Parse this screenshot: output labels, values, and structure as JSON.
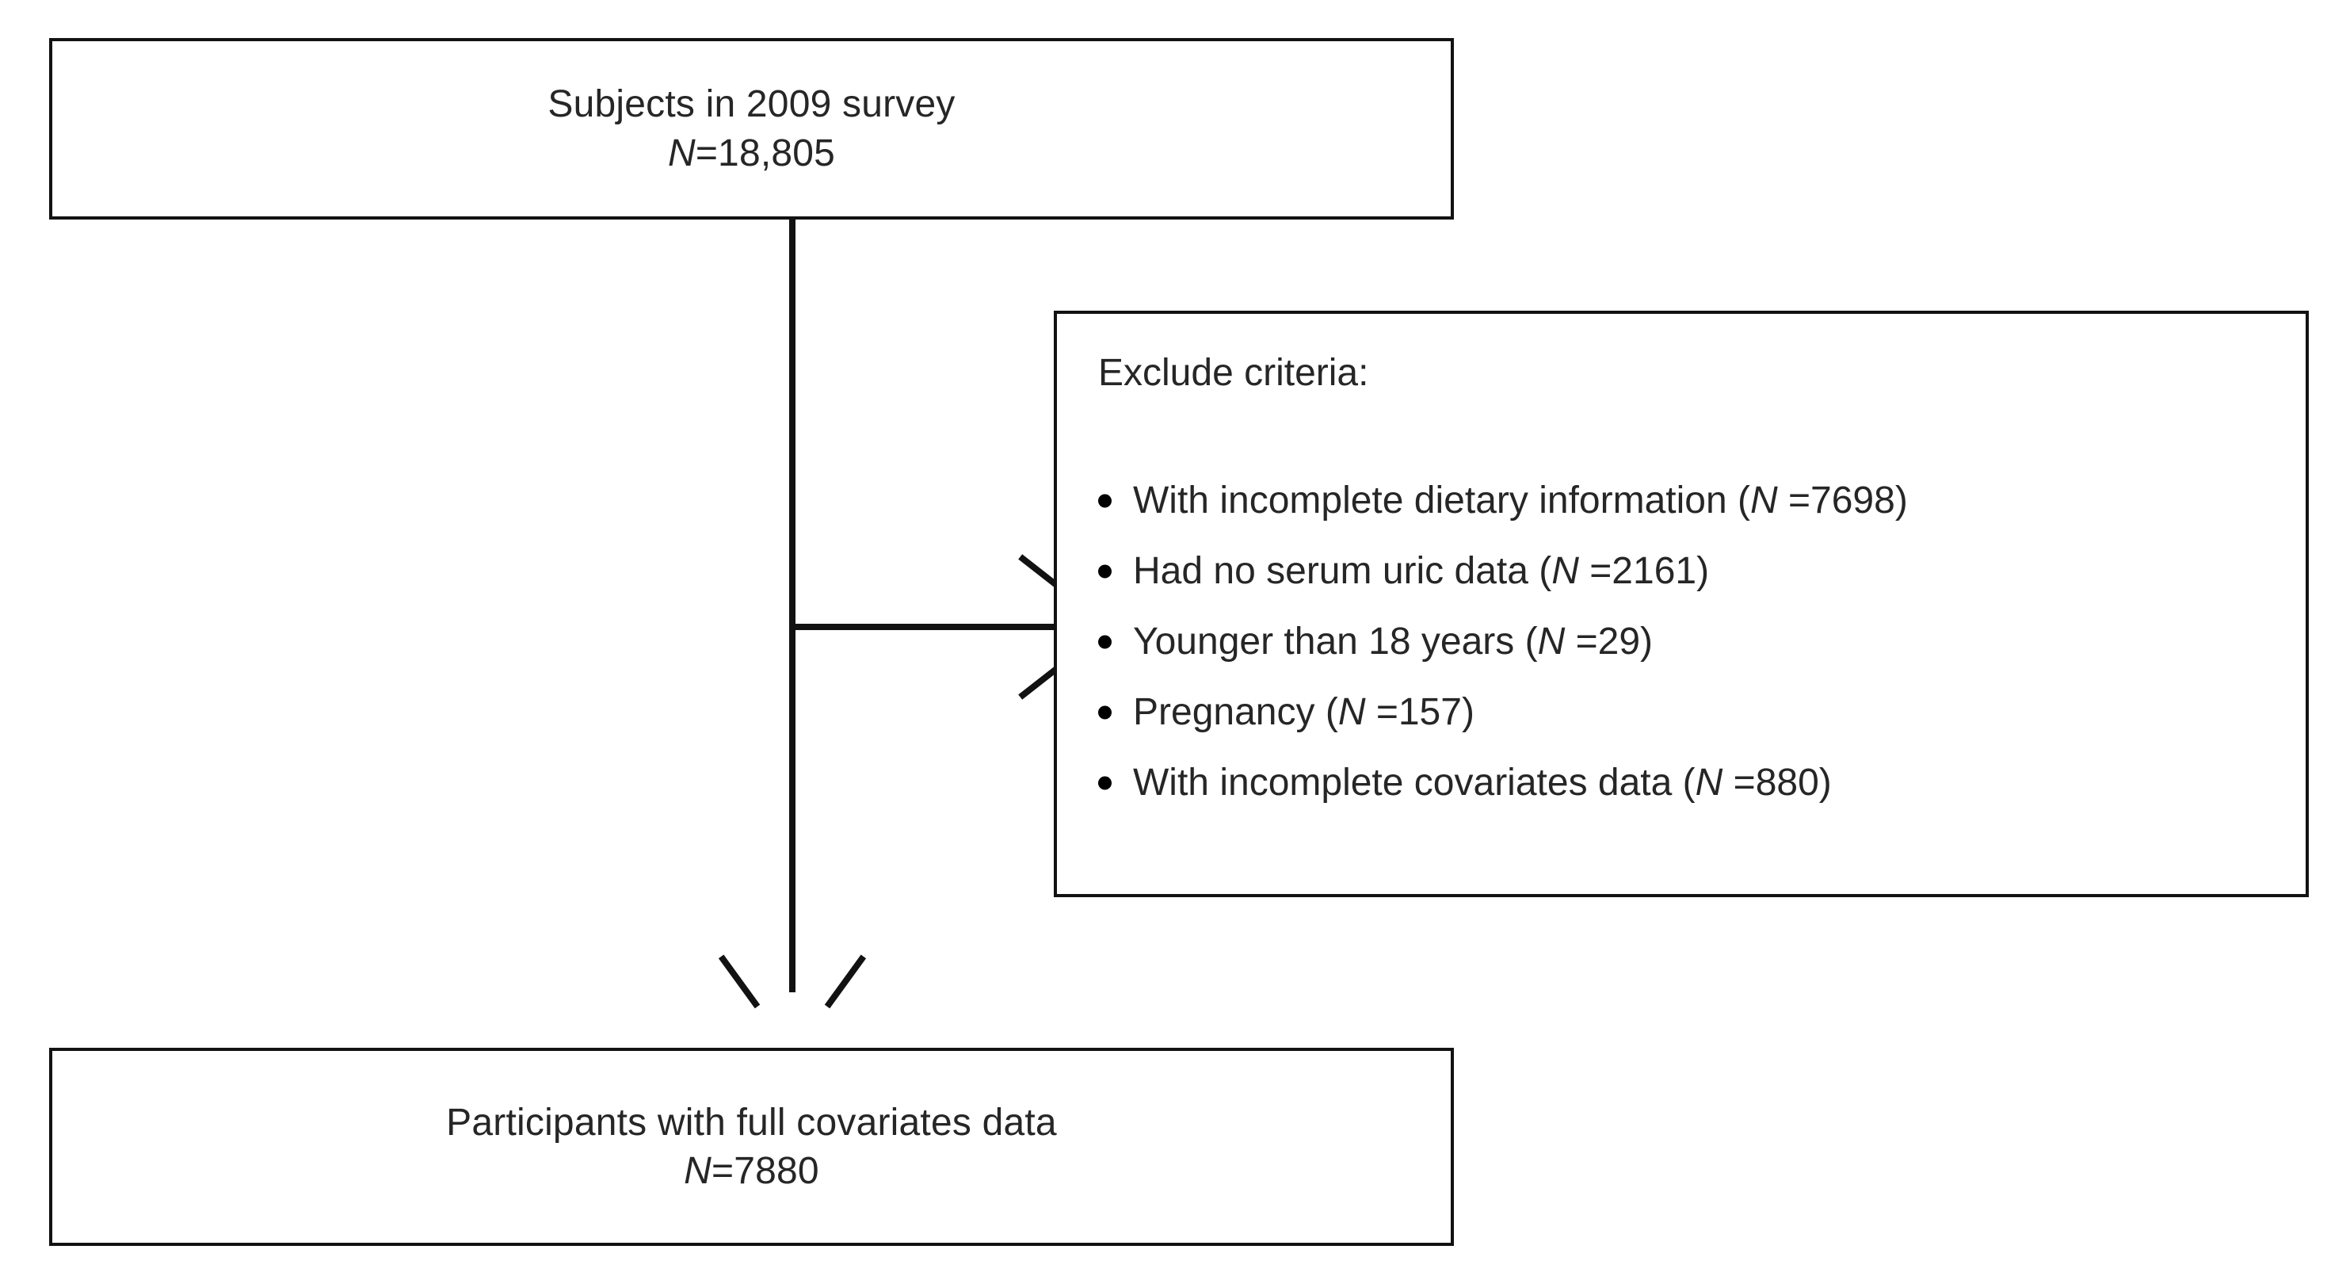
{
  "figure": {
    "type": "participant-flow-diagram",
    "colors": {
      "border": "#121212",
      "text": "#262626",
      "background": "#ffffff"
    }
  },
  "top_box": {
    "title": "Subjects in 2009 survey",
    "count_label_n": "N",
    "count_separator": "=",
    "count_value": "18,805",
    "count_line": "N=18,805"
  },
  "exclude_box": {
    "heading": "Exclude criteria:",
    "bullet_glyph": "●",
    "items": [
      {
        "text": "With incomplete dietary information",
        "n_label": "N",
        "n_value": "7698",
        "full": "With incomplete dietary information (N =7698)"
      },
      {
        "text": "Had no serum uric data",
        "n_label": "N",
        "n_value": "2161",
        "full": "Had no serum uric data (N =2161)"
      },
      {
        "text": "Younger than 18 years",
        "n_label": "N",
        "n_value": "29",
        "full": "Younger than 18 years (N =29)"
      },
      {
        "text": "Pregnancy",
        "n_label": "N",
        "n_value": "157",
        "full": "Pregnancy (N =157)"
      },
      {
        "text": "With incomplete covariates data",
        "n_label": "N",
        "n_value": "880",
        "full": "With incomplete covariates data (N =880)"
      }
    ]
  },
  "bottom_box": {
    "title": "Participants with full covariates data",
    "count_label_n": "N",
    "count_separator": "=",
    "count_value": "7880",
    "count_line": "N=7880"
  },
  "connectors": {
    "stem": "vertical-line",
    "branch": "horizontal-line-to-exclude",
    "arrow_right": "arrowhead-right",
    "arrow_down": "arrowhead-down"
  }
}
